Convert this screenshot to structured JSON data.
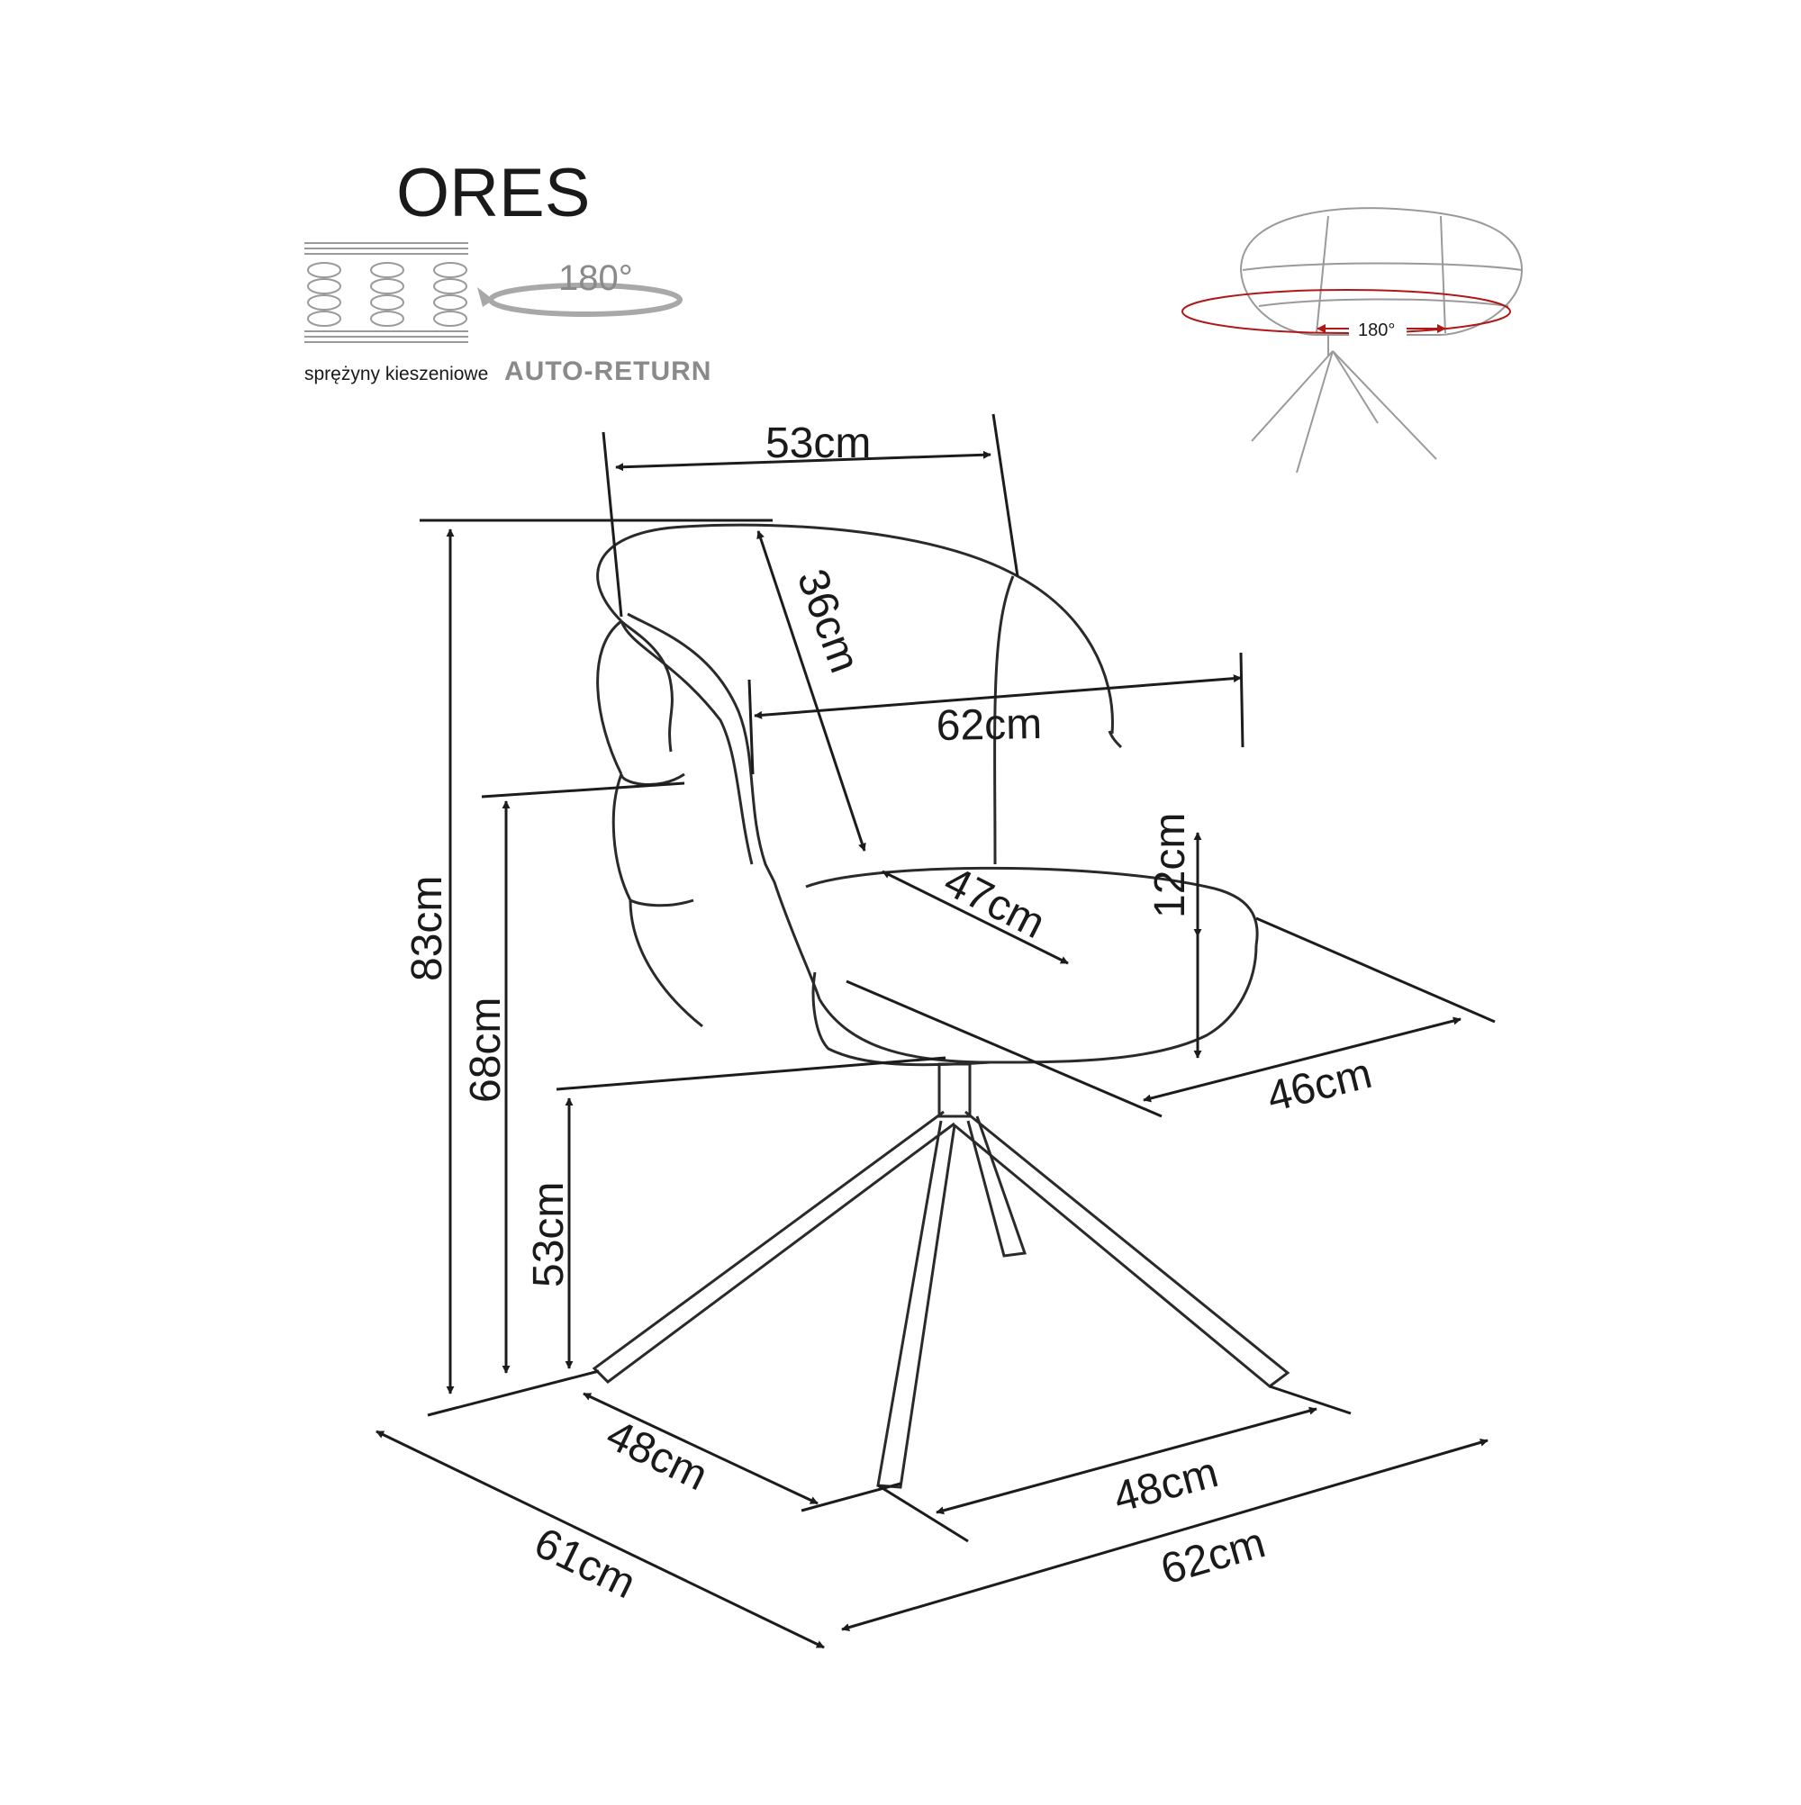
{
  "title": "ORES",
  "icons": {
    "springs": {
      "name": "pocket-springs-icon",
      "caption": "sprężyny kieszeniowe"
    },
    "rotation": {
      "name": "auto-return-icon",
      "degrees": "180°",
      "caption": "AUTO-RETURN"
    }
  },
  "preview": {
    "rotation_label": "180°",
    "arrow_color": "#b01818"
  },
  "dimensions": {
    "backrest_top_width": "53cm",
    "backrest_depth": "36cm",
    "overall_width": "62cm",
    "seat_depth": "47cm",
    "armrest_height": "12cm",
    "seat_width": "46cm",
    "overall_height": "83cm",
    "armrest_floor_height": "68cm",
    "seat_height": "53cm",
    "base_depth": "48cm",
    "base_width": "48cm",
    "footprint_depth": "61cm",
    "footprint_width": "62cm"
  }
}
